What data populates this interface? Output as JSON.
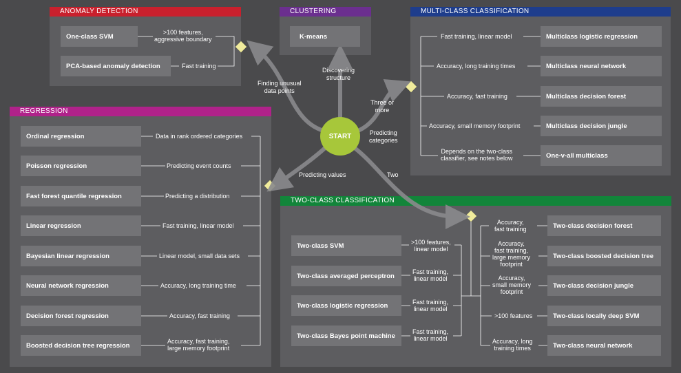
{
  "anomaly": {
    "title": "ANOMALY DETECTION",
    "color": "#c8202d",
    "nodes": [
      "One-class SVM",
      "PCA-based anomaly detection"
    ],
    "labels": [
      ">100 features,\naggressive boundary",
      "Fast training"
    ]
  },
  "clustering": {
    "title": "CLUSTERING",
    "color": "#6b2f8f",
    "nodes": [
      "K-means"
    ]
  },
  "multiclass": {
    "title": "MULTI-CLASS CLASSIFICATION",
    "color": "#1e3d8c",
    "nodes": [
      "Multiclass logistic regression",
      "Multiclass neural network",
      "Multiclass decision forest",
      "Multiclass decision jungle",
      "One-v-all multiclass"
    ],
    "labels": [
      "Fast training, linear model",
      "Accuracy, long training times",
      "Accuracy, fast training",
      "Accuracy, small memory footprint",
      "Depends on the two-class\nclassifier, see notes below"
    ]
  },
  "regression": {
    "title": "REGRESSION",
    "color": "#b0228a",
    "nodes": [
      "Ordinal regression",
      "Poisson regression",
      "Fast forest quantile regression",
      "Linear regression",
      "Bayesian linear regression",
      "Neural network regression",
      "Decision forest regression",
      "Boosted decision tree regression"
    ],
    "labels": [
      "Data in rank ordered categories",
      "Predicting event counts",
      "Predicting a distribution",
      "Fast training, linear model",
      "Linear model, small data sets",
      "Accuracy, long training time",
      "Accuracy, fast training",
      "Accuracy, fast training,\nlarge memory footprint"
    ]
  },
  "twoclass": {
    "title": "TWO-CLASS CLASSIFICATION",
    "color": "#12853a",
    "left_nodes": [
      "Two-class SVM",
      "Two-class averaged perceptron",
      "Two-class logistic regression",
      "Two-class Bayes point machine"
    ],
    "left_labels": [
      ">100 features,\nlinear model",
      "Fast training,\nlinear model",
      "Fast training,\nlinear model",
      "Fast training,\nlinear model"
    ],
    "right_nodes": [
      "Two-class decision forest",
      "Two-class boosted decision tree",
      "Two-class decision jungle",
      "Two-class locally deep SVM",
      "Two-class neural network"
    ],
    "right_labels": [
      "Accuracy,\nfast training",
      "Accuracy,\nfast training,\nlarge memory\nfootprint",
      "Accuracy,\nsmall memory\nfootprint",
      ">100 features",
      "Accuracy, long\ntraining times"
    ]
  },
  "start": {
    "label": "START"
  },
  "flows": {
    "finding": "Finding unusual\ndata points",
    "discovering": "Discovering\nstructure",
    "three": "Three or\nmore",
    "predicting_categories": "Predicting\ncategories",
    "predicting_values": "Predicting values",
    "two": "Two"
  },
  "colors": {
    "background": "#4a4a4c",
    "panel": "#5d5d60",
    "node": "#737376",
    "start": "#a7c73a",
    "diamond": "#f0eb9c",
    "arrow": "#8a8a8d"
  }
}
